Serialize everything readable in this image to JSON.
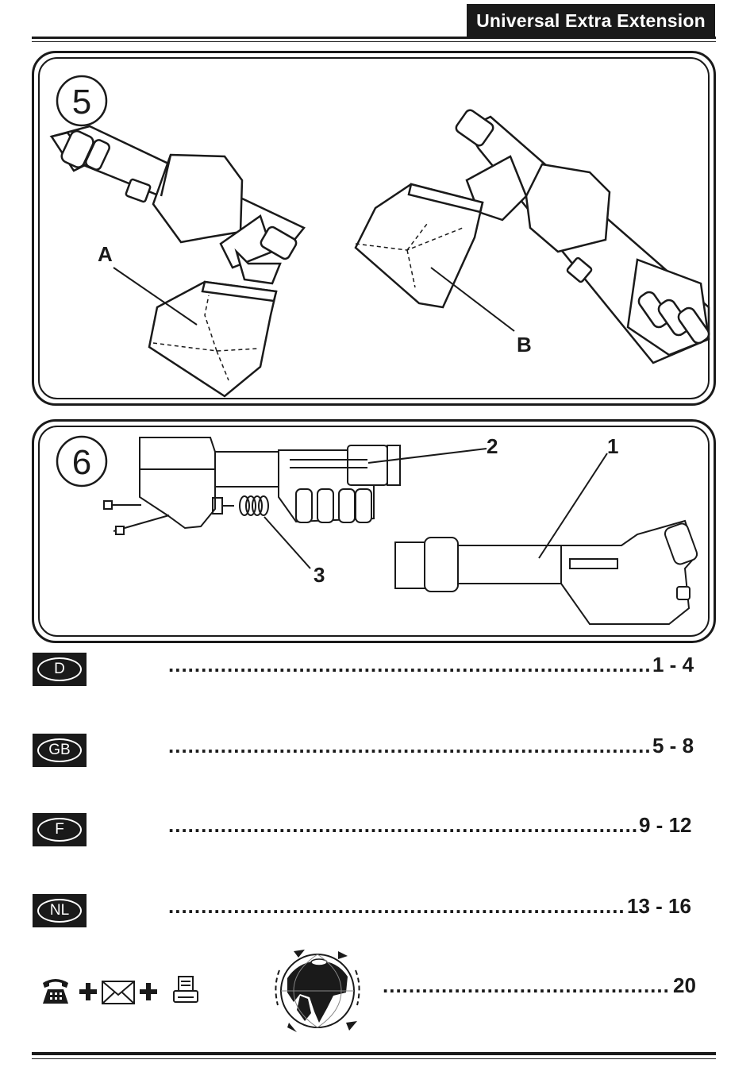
{
  "header": {
    "title": "Universal Extra Extension"
  },
  "figure5": {
    "step_number": "5",
    "label_a": "A",
    "label_b": "B"
  },
  "figure6": {
    "step_number": "6",
    "label_1": "1",
    "label_2": "2",
    "label_3": "3"
  },
  "toc": [
    {
      "lang": "D",
      "pages": "1 - 4"
    },
    {
      "lang": "GB",
      "pages": "5 - 8"
    },
    {
      "lang": "F",
      "pages": "9 - 12"
    },
    {
      "lang": "NL",
      "pages": "13 - 16"
    }
  ],
  "contact": {
    "pages": "20",
    "icons": [
      "telephone-icon",
      "plus-icon",
      "envelope-icon",
      "plus-icon",
      "fax-icon",
      "globe-icon"
    ]
  }
}
